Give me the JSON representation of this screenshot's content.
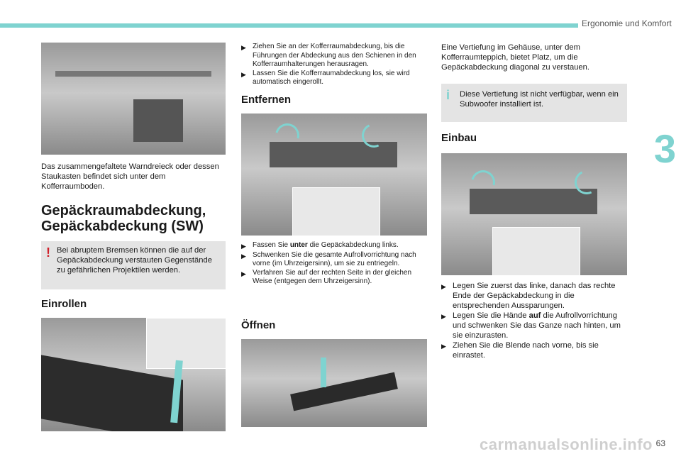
{
  "header": {
    "section": "Ergonomie und Komfort",
    "chapter": "3",
    "page": "63"
  },
  "watermark": "carmanualsonline.info",
  "colors": {
    "accent": "#7fd3d0",
    "warning": "#d0202a",
    "info": "#7fd3d0",
    "note_bg": "#e4e4e4"
  },
  "col1": {
    "caption": "Das zusammengefaltete Warndreieck oder dessen Staukasten befindet sich unter dem Kofferraumboden.",
    "title_line1": "Gepäckraumabdeckung,",
    "title_line2": "Gepäckabdeckung (SW)",
    "warning_icon": "!",
    "warning": "Bei abruptem Bremsen können die auf der Gepäckabdeckung verstauten Gegenstände zu gefährlichen Projektilen werden.",
    "einrollen": "Einrollen"
  },
  "col2": {
    "bullets_top": [
      "Ziehen Sie an der Kofferraumabdeckung, bis die Führungen der Abdeckung aus den Schienen in den Kofferraumhalterungen herausragen.",
      "Lassen Sie die Kofferraumabdeckung los, sie wird automatisch eingerollt."
    ],
    "entfernen": "Entfernen",
    "b1_pre": "Fassen Sie ",
    "b1_bold": "unter",
    "b1_post": " die Gepäckabdeckung links.",
    "bullets_mid": [
      "Schwenken Sie die gesamte Aufrollvorrichtung nach vorne (im Uhrzeigersinn), um sie zu entriegeln.",
      "Verfahren Sie auf der rechten Seite in der gleichen Weise (entgegen dem Uhrzeigersinn)."
    ],
    "oeffnen": "Öffnen"
  },
  "col3": {
    "intro": "Eine Vertiefung im Gehäuse, unter dem Kofferraumteppich, bietet Platz, um die Gepäckabdeckung diagonal zu verstauen.",
    "info_icon": "i",
    "info": "Diese Vertiefung ist nicht verfügbar, wenn ein Subwoofer installiert ist.",
    "einbau": "Einbau",
    "bullets_top": [
      "Legen Sie zuerst das linke, danach das rechte Ende der Gepäckabdeckung in die entsprechenden Aussparungen."
    ],
    "b2_pre": "Legen Sie die Hände ",
    "b2_bold": "auf",
    "b2_post": " die Aufrollvorrichtung und schwenken Sie das Ganze nach hinten, um sie einzurasten.",
    "bullets_bottom": [
      "Ziehen Sie die Blende nach vorne, bis sie einrastet."
    ]
  }
}
